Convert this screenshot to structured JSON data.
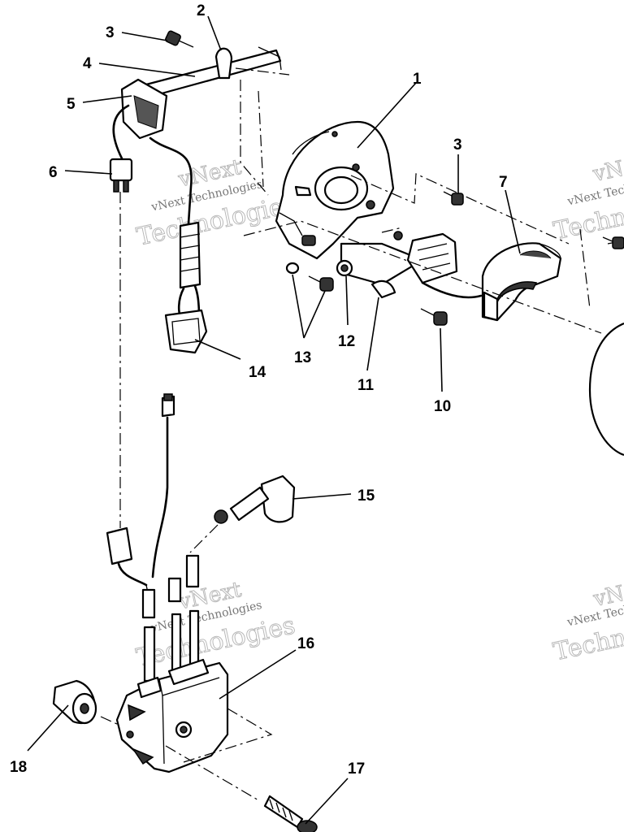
{
  "diagram": {
    "callouts": [
      "1",
      "2",
      "3",
      "3",
      "4",
      "5",
      "6",
      "7",
      "10",
      "11",
      "12",
      "13",
      "14",
      "15",
      "16",
      "17",
      "18"
    ],
    "watermark": {
      "line1": "vNext",
      "line2": "vNext Technologies",
      "line3": "Technologies"
    }
  }
}
